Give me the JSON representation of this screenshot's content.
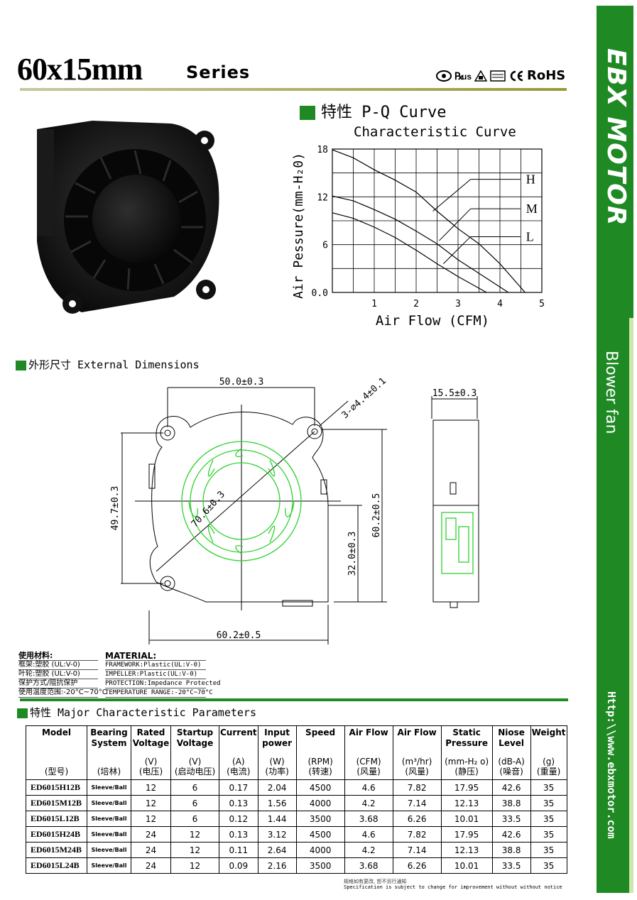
{
  "header": {
    "title": "60x15mm",
    "series": "Series",
    "certs": [
      "RoHS"
    ]
  },
  "brand": {
    "name": "EBX MOTOR",
    "category": "Blower fan",
    "website": "Http:\\\\www.ebxmotor.com"
  },
  "pq": {
    "heading": "特性 P-Q Curve",
    "subtitle": "Characteristic Curve"
  },
  "chart_data": {
    "type": "line",
    "title": "Characteristic Curve",
    "xlabel": "Air Flow (CFM)",
    "ylabel": "Air Pessure(mm-H₂0)",
    "xlim": [
      0,
      5
    ],
    "ylim": [
      0,
      18
    ],
    "xticks": [
      "1",
      "2",
      "3",
      "4",
      "5"
    ],
    "yticks": [
      "0.0",
      "6",
      "12",
      "18"
    ],
    "grid": true,
    "series": [
      {
        "name": "H",
        "x": [
          0,
          0.5,
          1,
          1.5,
          2,
          2.5,
          3,
          3.5,
          4,
          4.6
        ],
        "y": [
          17.9,
          16.9,
          15.4,
          14.1,
          12.6,
          10.2,
          8.0,
          6.1,
          3.6,
          0
        ]
      },
      {
        "name": "M",
        "x": [
          0,
          0.5,
          1,
          1.5,
          2,
          2.5,
          3,
          3.5,
          4.2
        ],
        "y": [
          12.1,
          11.5,
          10.4,
          9.2,
          7.7,
          6.1,
          4.1,
          2.4,
          0
        ]
      },
      {
        "name": "L",
        "x": [
          0,
          0.5,
          1,
          1.5,
          2,
          2.5,
          3,
          3.68
        ],
        "y": [
          10.0,
          9.3,
          8.2,
          6.9,
          5.3,
          3.6,
          2.0,
          0
        ]
      }
    ]
  },
  "dimensions": {
    "heading": "外形尺寸 External Dimensions",
    "width_top": "50.0±0.3",
    "hole": "3-∅4.4±0.1",
    "height_left": "49.7±0.3",
    "diameter": "70.6±0.3",
    "height_right": "60.2±0.5",
    "outlet_h": "32.0±0.3",
    "width_bottom": "60.2±0.5",
    "thickness": "15.5±0.3"
  },
  "material": {
    "cn_title": "使用材料:",
    "cn": [
      "框架:塑胶 (UL:V-0)",
      "叶轮:塑胶 (UL:V-0)",
      "保护方式/阻抗保护",
      "使用温度范围:-20°C~70°C"
    ],
    "en_title": "MATERIAL:",
    "en": [
      "FRAMEWORK:Plastic(UL:V-0)",
      "IMPELLER:Plastic(UL:V-0)",
      "PROTECTION:Impedance Protected",
      "TEMPERATURE RANGE:-20°C~70°C"
    ]
  },
  "params": {
    "heading": "特性 Major Characteristic Parameters",
    "columns": [
      {
        "name": "Model",
        "unit": "",
        "cn": "(型号)"
      },
      {
        "name": "Bearing System",
        "unit": "",
        "cn": "(培林)"
      },
      {
        "name": "Rated Voltage",
        "unit": "(V)",
        "cn": "(电压)"
      },
      {
        "name": "Startup Voltage",
        "unit": "(V)",
        "cn": "(启动电压)"
      },
      {
        "name": "Current",
        "unit": "(A)",
        "cn": "(电流)"
      },
      {
        "name": "Input power",
        "unit": "(W)",
        "cn": "(功率)"
      },
      {
        "name": "Speed",
        "unit": "(RPM)",
        "cn": "(转速)"
      },
      {
        "name": "Air Flow",
        "unit": "(CFM)",
        "cn": "(风量)"
      },
      {
        "name": "Air Flow",
        "unit": "(m³/hr)",
        "cn": "(风量)"
      },
      {
        "name": "Static Pressure",
        "unit": "(mm-H₂ o)",
        "cn": "(静压)"
      },
      {
        "name": "Niose Level",
        "unit": "(dB-A)",
        "cn": "(噪音)"
      },
      {
        "name": "Weight",
        "unit": "(g)",
        "cn": "(重量)"
      }
    ],
    "rows": [
      [
        "ED6015H12B",
        "Sleeve/Ball",
        "12",
        "6",
        "0.17",
        "2.04",
        "4500",
        "4.6",
        "7.82",
        "17.95",
        "42.6",
        "35"
      ],
      [
        "ED6015M12B",
        "Sleeve/Ball",
        "12",
        "6",
        "0.13",
        "1.56",
        "4000",
        "4.2",
        "7.14",
        "12.13",
        "38.8",
        "35"
      ],
      [
        "ED6015L12B",
        "Sleeve/Ball",
        "12",
        "6",
        "0.12",
        "1.44",
        "3500",
        "3.68",
        "6.26",
        "10.01",
        "33.5",
        "35"
      ],
      [
        "ED6015H24B",
        "Sleeve/Ball",
        "24",
        "12",
        "0.13",
        "3.12",
        "4500",
        "4.6",
        "7.82",
        "17.95",
        "42.6",
        "35"
      ],
      [
        "ED6015M24B",
        "Sleeve/Ball",
        "24",
        "12",
        "0.11",
        "2.64",
        "4000",
        "4.2",
        "7.14",
        "12.13",
        "38.8",
        "35"
      ],
      [
        "ED6015L24B",
        "Sleeve/Ball",
        "24",
        "12",
        "0.09",
        "2.16",
        "3500",
        "3.68",
        "6.26",
        "10.01",
        "33.5",
        "35"
      ]
    ]
  },
  "footer": {
    "cn": "规格如有更改, 恕不另行通知",
    "en": "Specification is subject to change for improvement without without notice"
  }
}
